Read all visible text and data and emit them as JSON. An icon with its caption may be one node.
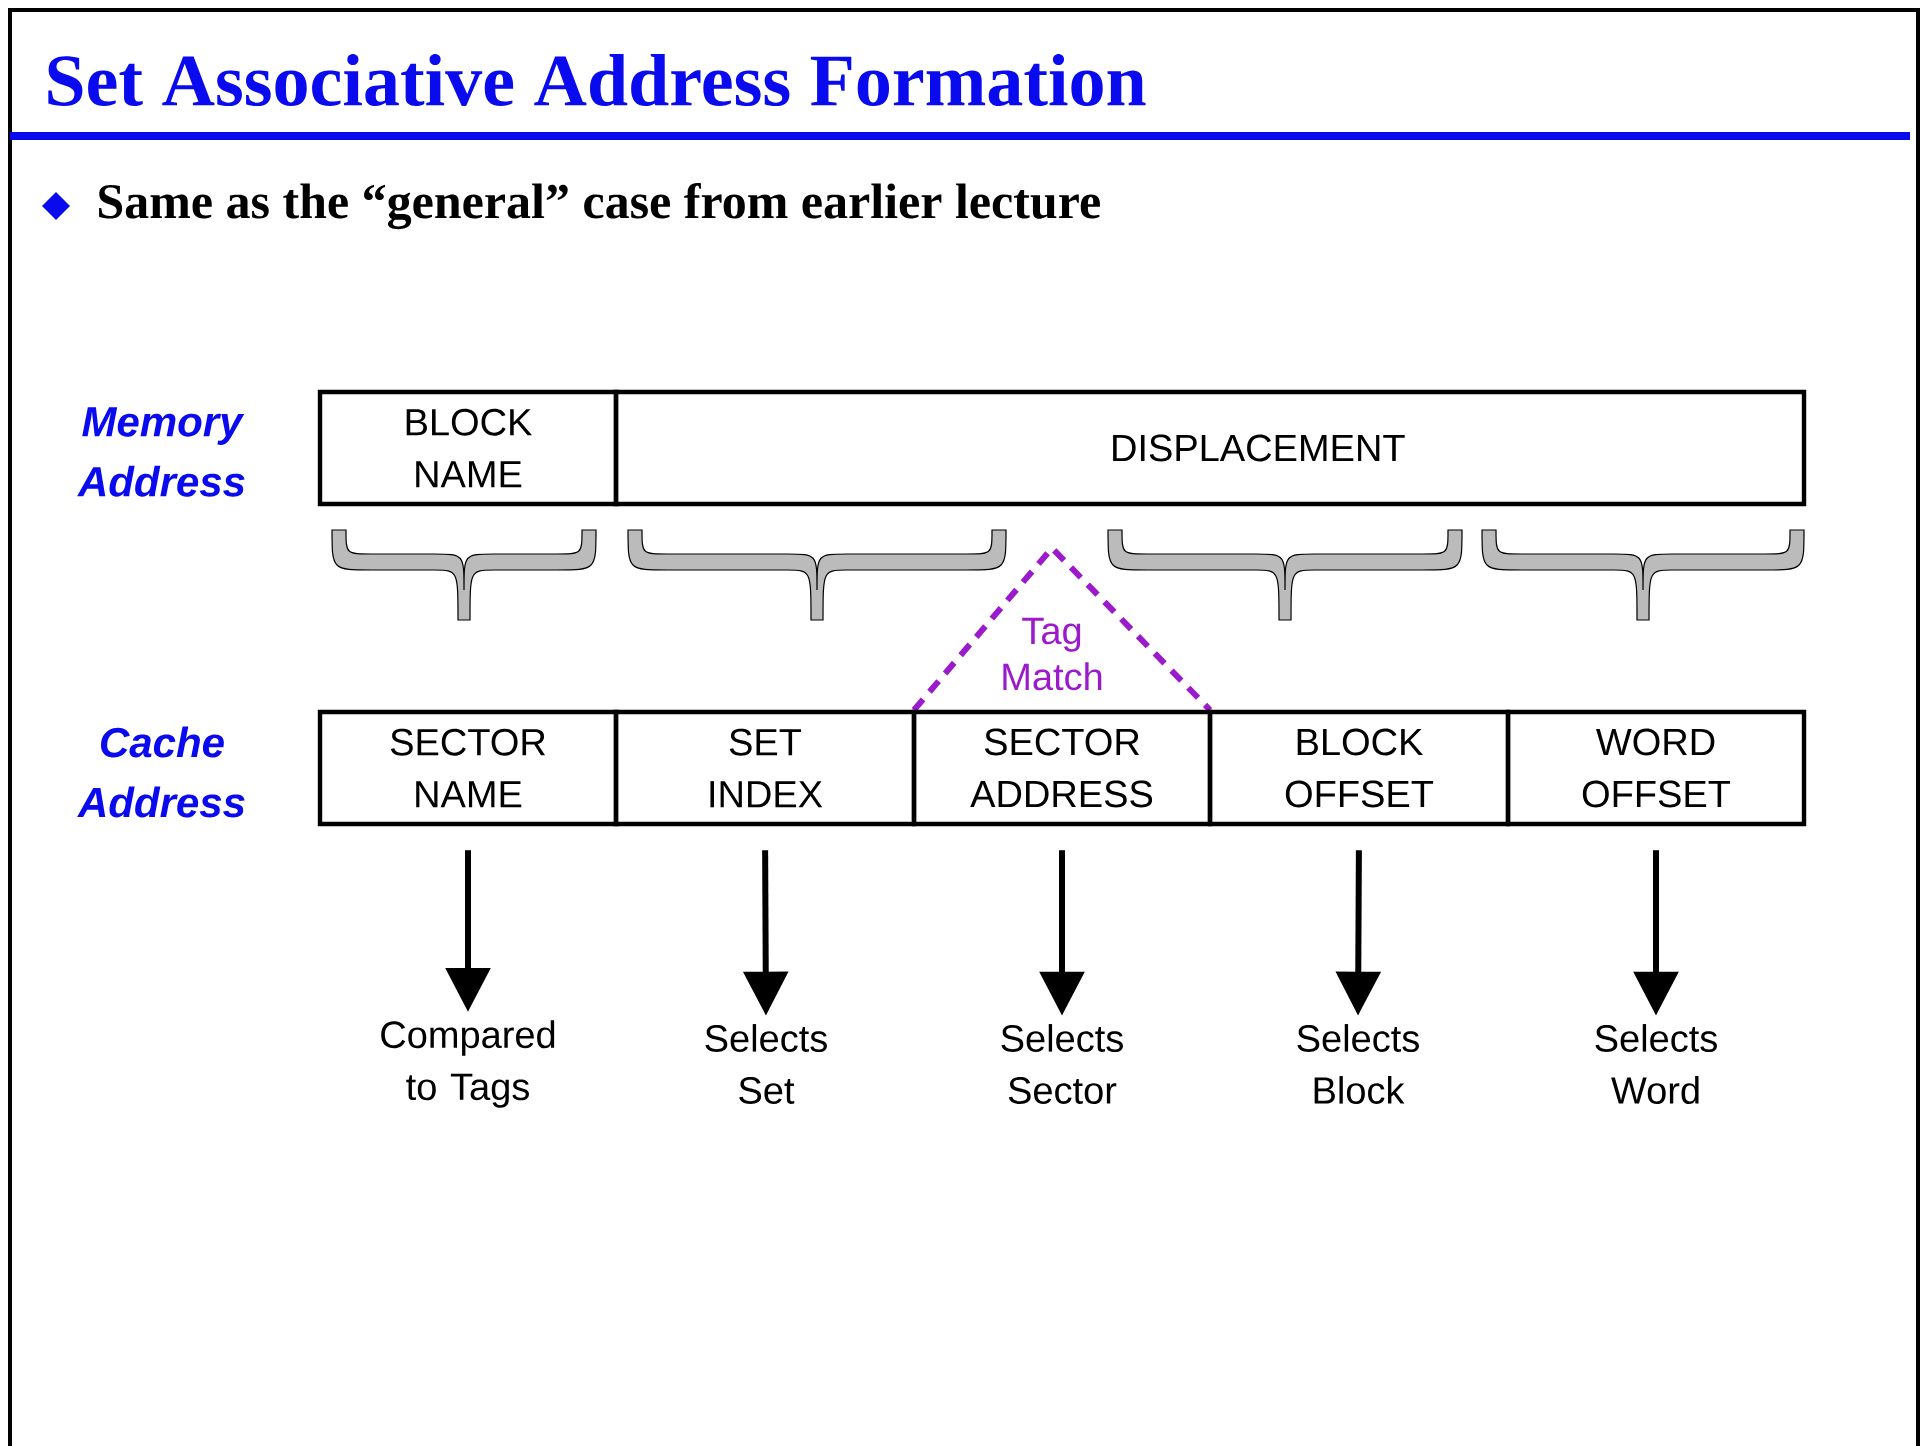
{
  "diagram": {
    "title": "Set Associative Address Formation",
    "nodes": [
      {
        "text": [
          "BLOCK NAME"
        ]
      },
      {
        "text": [
          "DISPLACEMENT"
        ]
      },
      {
        "text": [
          "SECTOR NAME"
        ]
      },
      {
        "text": [
          "SET INDEX"
        ]
      },
      {
        "text": [
          "SECTOR ADDRESS"
        ]
      },
      {
        "text": [
          "BLOCK OFFSET"
        ]
      },
      {
        "text": [
          "WORD OFFSET"
        ]
      },
      {
        "text": [
          "Compared to Tags"
        ]
      },
      {
        "text": [
          "Selects Set"
        ]
      },
      {
        "text": [
          "Selects Sector"
        ]
      },
      {
        "text": [
          "Selects Block"
        ]
      },
      {
        "text": [
          "Selects Word"
        ]
      }
    ],
    "edges": [
      {
        "from": 2,
        "to": 7,
        "arrow": "to"
      },
      {
        "from": 3,
        "to": 8,
        "arrow": "to"
      },
      {
        "from": 4,
        "to": 9,
        "arrow": "to"
      },
      {
        "from": 5,
        "to": 10,
        "arrow": "to"
      },
      {
        "from": 6,
        "to": 11,
        "arrow": "to"
      }
    ],
    "labels": [
      "Same as the “general” case from earlier lecture",
      "Memory Address",
      "Tag Match",
      "Cache Address"
    ]
  }
}
